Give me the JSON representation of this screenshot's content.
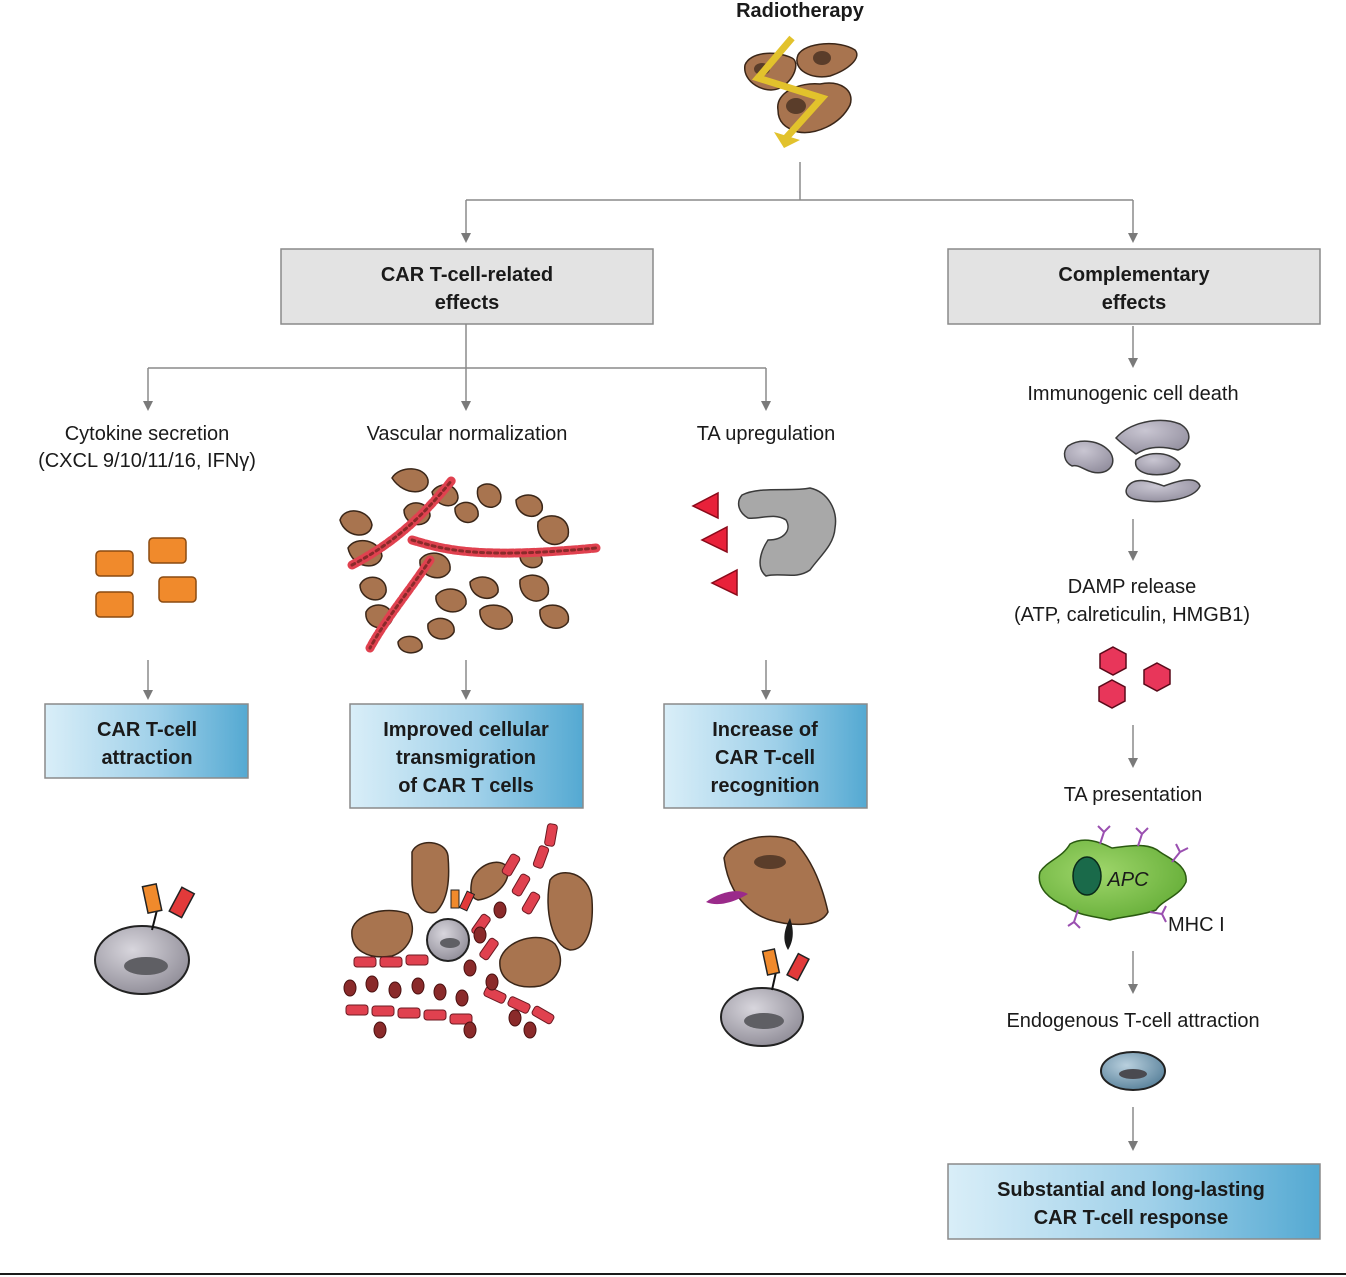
{
  "top": {
    "title": "Radiotherapy"
  },
  "branches": {
    "car": {
      "line1": "CAR T-cell-related",
      "line2": "effects"
    },
    "comp": {
      "line1": "Complementary",
      "line2": "effects"
    }
  },
  "columns": {
    "cytokine": {
      "heading1": "Cytokine secretion",
      "heading2": "(CXCL 9/10/11/16, IFNγ)",
      "result": [
        "CAR T-cell",
        "attraction"
      ]
    },
    "vascular": {
      "heading1": "Vascular normalization",
      "result": [
        "Improved cellular",
        "transmigration",
        "of CAR T cells"
      ]
    },
    "ta": {
      "heading1": "TA upregulation",
      "result": [
        "Increase of",
        "CAR T-cell",
        "recognition"
      ]
    }
  },
  "complementary": {
    "step1": "Immunogenic cell death",
    "step2a": "DAMP release",
    "step2b": "(ATP, calreticulin, HMGB1)",
    "step3": "TA presentation",
    "apc_label": "APC",
    "mhc_label": "MHC I",
    "step4": "Endogenous T-cell attraction",
    "result": [
      "Substantial and long-lasting",
      "CAR T-cell response"
    ]
  },
  "colors": {
    "car_receptor_orange": "#f08a2c",
    "car_receptor_red": "#e23a3a",
    "antigen_red": "#e8213a",
    "damp_pink": "#e8365a",
    "apc_green": "#7cc142",
    "mhc_purple": "#9a4fb0",
    "radiation_yellow": "#e2c22c",
    "blue_box": "#6bb4d8",
    "grey_box": "#e3e3e3"
  }
}
